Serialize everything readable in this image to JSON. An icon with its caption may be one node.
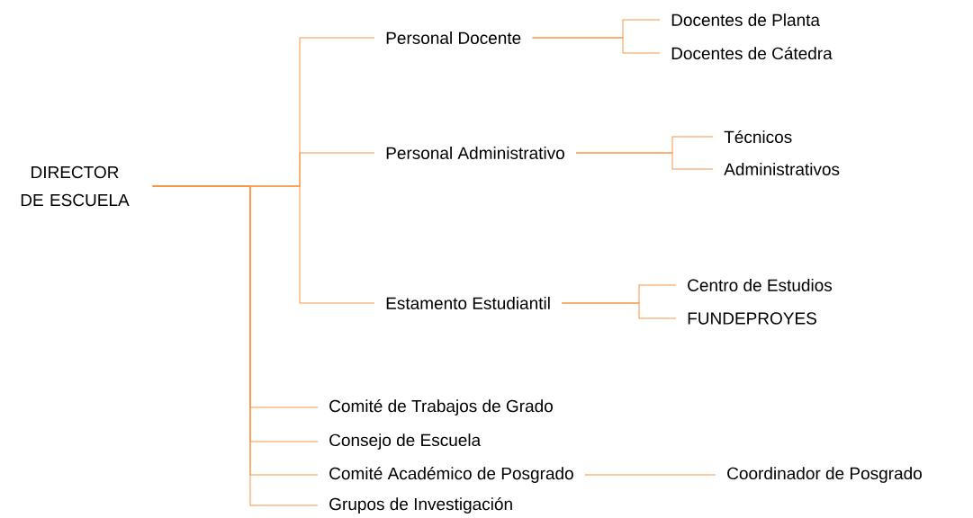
{
  "diagram": {
    "nodes": [
      {
        "text": [
          "DIRECTOR DE ESCUELA"
        ]
      },
      {
        "text": [
          "Personal Docente"
        ]
      },
      {
        "text": [
          "Docentes de Planta"
        ]
      },
      {
        "text": [
          "Docentes de Cátedra"
        ]
      },
      {
        "text": [
          "Personal Administrativo"
        ]
      },
      {
        "text": [
          "Técnicos"
        ]
      },
      {
        "text": [
          "Administrativos"
        ]
      },
      {
        "text": [
          "Estamento Estudiantil"
        ]
      },
      {
        "text": [
          "Centro de Estudios"
        ]
      },
      {
        "text": [
          "FUNDEPROYES"
        ]
      },
      {
        "text": [
          "Comité de Trabajos de Grado"
        ]
      },
      {
        "text": [
          "Consejo de Escuela"
        ]
      },
      {
        "text": [
          "Comité Académico de Posgrado"
        ]
      },
      {
        "text": [
          "Coordinador de Posgrado"
        ]
      },
      {
        "text": [
          "Grupos de Investigación"
        ]
      }
    ],
    "edges": [
      {
        "from": 0,
        "to": 1,
        "arrow": "none"
      },
      {
        "from": 1,
        "to": 2,
        "arrow": "none"
      },
      {
        "from": 1,
        "to": 3,
        "arrow": "none"
      },
      {
        "from": 0,
        "to": 4,
        "arrow": "none"
      },
      {
        "from": 4,
        "to": 5,
        "arrow": "none"
      },
      {
        "from": 4,
        "to": 6,
        "arrow": "none"
      },
      {
        "from": 0,
        "to": 7,
        "arrow": "none"
      },
      {
        "from": 7,
        "to": 8,
        "arrow": "none"
      },
      {
        "from": 7,
        "to": 9,
        "arrow": "none"
      },
      {
        "from": 0,
        "to": 10,
        "arrow": "none"
      },
      {
        "from": 0,
        "to": 11,
        "arrow": "none"
      },
      {
        "from": 0,
        "to": 12,
        "arrow": "none"
      },
      {
        "from": 12,
        "to": 13,
        "arrow": "none"
      },
      {
        "from": 0,
        "to": 14,
        "arrow": "none"
      }
    ]
  }
}
